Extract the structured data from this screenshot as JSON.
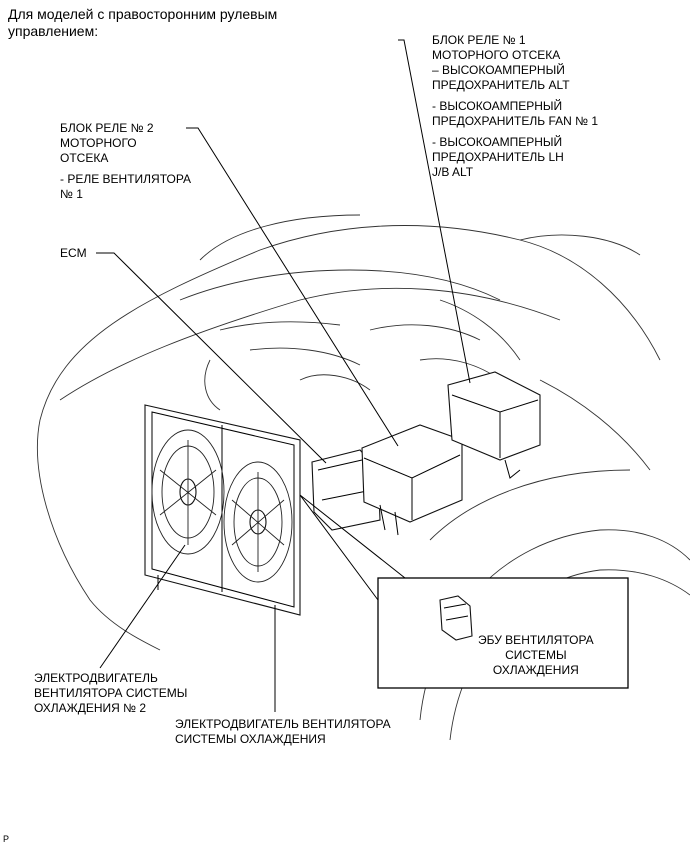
{
  "title": [
    "Для моделей с правосторонним рулевым",
    "управлением:"
  ],
  "callouts": {
    "relay_block_1": {
      "heading": [
        "БЛОК РЕЛЕ № 1",
        "МОТОРНОГО ОТСЕКА"
      ],
      "items": [
        [
          "– ВЫСОКОАМПЕРНЫЙ",
          "ПРЕДОХРАНИТЕЛЬ ALT"
        ],
        [
          "- ВЫСОКОАМПЕРНЫЙ",
          "ПРЕДОХРАНИТЕЛЬ FAN № 1"
        ],
        [
          "- ВЫСОКОАМПЕРНЫЙ",
          "ПРЕДОХРАНИТЕЛЬ LH",
          "J/B ALT"
        ]
      ]
    },
    "relay_block_2": {
      "heading": [
        "БЛОК РЕЛЕ № 2",
        "МОТОРНОГО",
        "ОТСЕКА"
      ],
      "items": [
        [
          "- РЕЛЕ ВЕНТИЛЯТОРА",
          "№ 1"
        ]
      ]
    },
    "ecm": "ECM",
    "fan_ecu": [
      "ЭБУ ВЕНТИЛЯТОРА",
      "СИСТЕМЫ",
      "ОХЛАЖДЕНИЯ"
    ],
    "fan_motor_2": [
      "ЭЛЕКТРОДВИГАТЕЛЬ",
      "ВЕНТИЛЯТОРА СИСТЕМЫ",
      "ОХЛАЖДЕНИЯ № 2"
    ],
    "fan_motor": [
      "ЭЛЕКТРОДВИГАТЕЛЬ ВЕНТИЛЯТОРА",
      "СИСТЕМЫ ОХЛАЖДЕНИЯ"
    ]
  },
  "footer_code": "P"
}
